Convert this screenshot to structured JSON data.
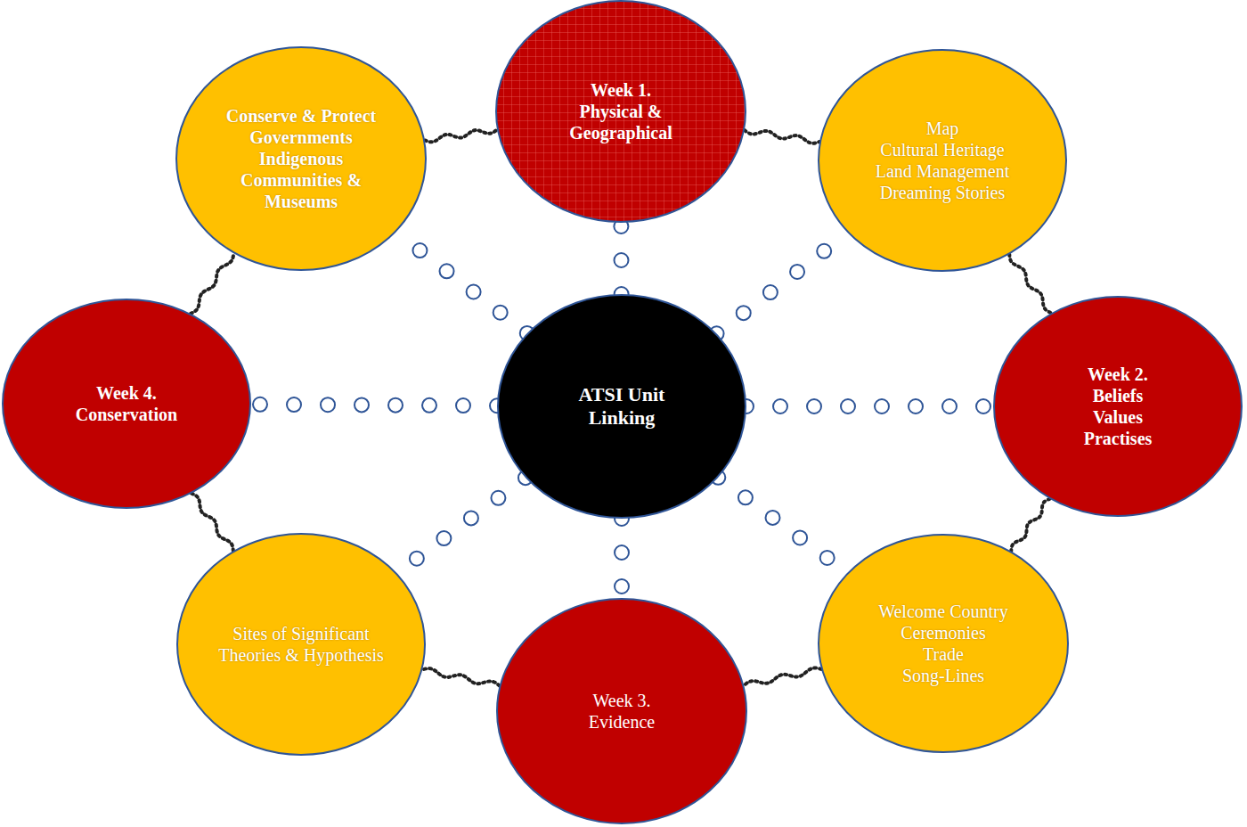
{
  "diagram": {
    "nodes": [
      {
        "text": [
          "Conserve & Protect",
          "Governments Indigenous Communities & Museums"
        ]
      },
      {
        "text": [
          "Week 1.",
          "Physical & Geographical"
        ]
      },
      {
        "text": [
          "Map",
          "Cultural Heritage",
          "Land Management",
          "Dreaming Stories"
        ]
      },
      {
        "text": [
          "Week 4.",
          "Conservation"
        ]
      },
      {
        "text": [
          "ATSI Unit Linking"
        ]
      },
      {
        "text": [
          "Week 2.",
          "Beliefs",
          "Values",
          "Practises"
        ]
      },
      {
        "text": [
          "Sites of Significant",
          "Theories & Hypothesis"
        ]
      },
      {
        "text": [
          "Week 3.",
          "Evidence"
        ]
      },
      {
        "text": [
          "Welcome Country",
          "Ceremonies",
          "Trade",
          "Song-Lines"
        ]
      }
    ],
    "edges": [
      {
        "from": 4,
        "to": 1,
        "arrow": "none"
      },
      {
        "from": 4,
        "to": 2,
        "arrow": "none"
      },
      {
        "from": 4,
        "to": 5,
        "arrow": "none"
      },
      {
        "from": 4,
        "to": 8,
        "arrow": "none"
      },
      {
        "from": 4,
        "to": 7,
        "arrow": "none"
      },
      {
        "from": 4,
        "to": 6,
        "arrow": "none"
      },
      {
        "from": 4,
        "to": 3,
        "arrow": "none"
      },
      {
        "from": 4,
        "to": 0,
        "arrow": "none"
      },
      {
        "from": 0,
        "to": 1,
        "arrow": "none"
      },
      {
        "from": 1,
        "to": 2,
        "arrow": "none"
      },
      {
        "from": 2,
        "to": 5,
        "arrow": "none"
      },
      {
        "from": 5,
        "to": 8,
        "arrow": "none"
      },
      {
        "from": 8,
        "to": 7,
        "arrow": "none"
      },
      {
        "from": 7,
        "to": 6,
        "arrow": "none"
      },
      {
        "from": 6,
        "to": 3,
        "arrow": "none"
      },
      {
        "from": 3,
        "to": 0,
        "arrow": "none"
      }
    ]
  }
}
